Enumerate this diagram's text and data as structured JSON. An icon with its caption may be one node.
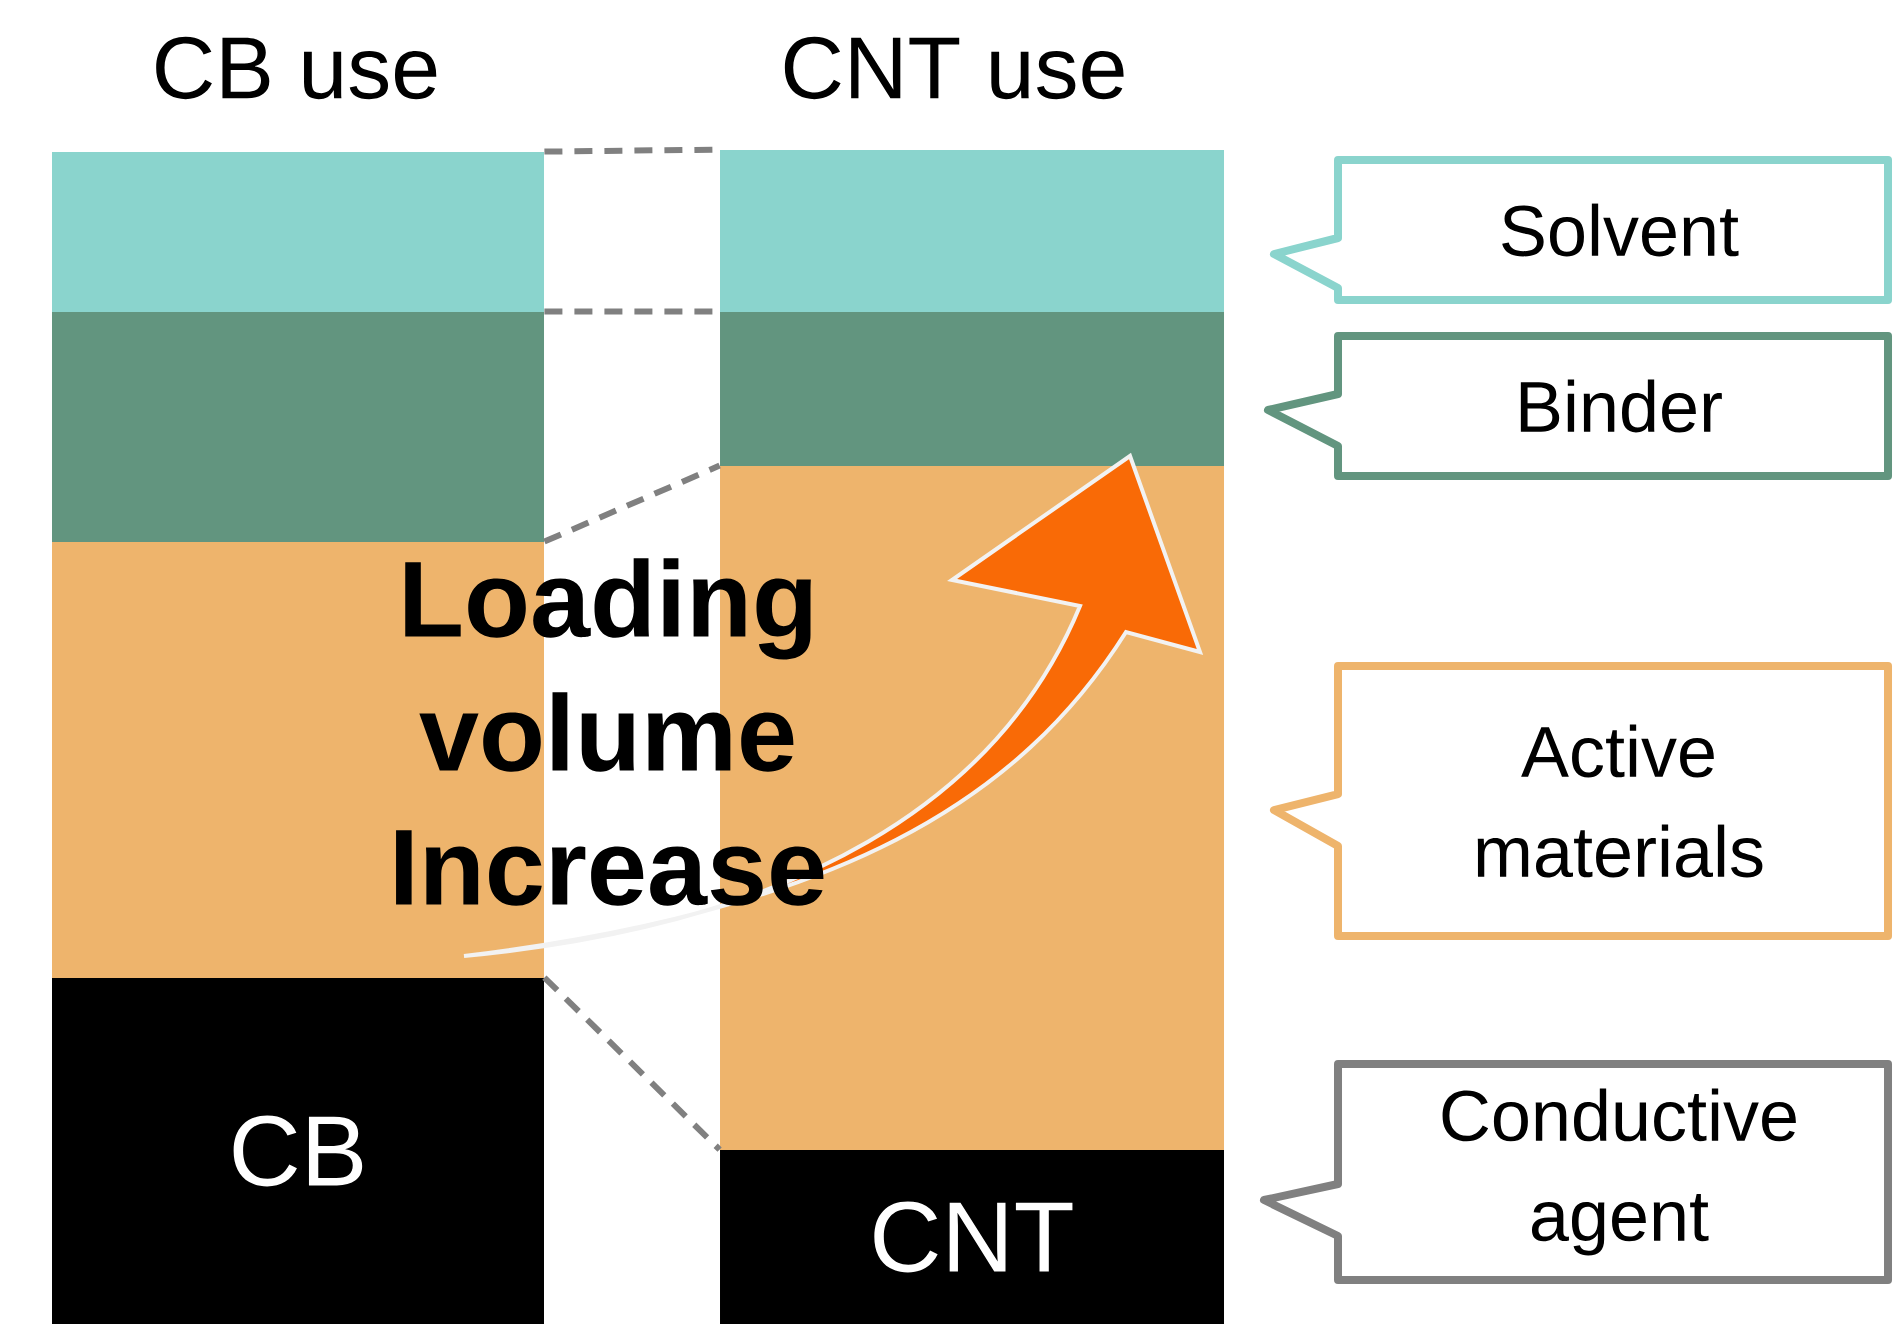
{
  "diagram": {
    "nodes": [
      {
        "text": [],
        "shape": "bar"
      },
      {
        "text": [],
        "shape": "bar"
      },
      {
        "text": [],
        "shape": "bar"
      },
      {
        "text": [
          "CB"
        ]
      },
      {
        "text": [],
        "shape": "bar"
      },
      {
        "text": [],
        "shape": "bar"
      },
      {
        "text": [],
        "shape": "bar"
      },
      {
        "text": [
          "CNT"
        ]
      },
      {
        "text": [
          "Solvent"
        ]
      },
      {
        "text": [
          "Binder"
        ]
      },
      {
        "text": [
          "Active materials"
        ]
      },
      {
        "text": [
          "Conductive agent"
        ]
      }
    ],
    "edges": [
      {
        "from": 0,
        "to": 4,
        "arrow": "none",
        "style": "dashed"
      },
      {
        "from": 1,
        "to": 5,
        "arrow": "none",
        "style": "dashed"
      },
      {
        "from": 2,
        "to": 6,
        "arrow": "none",
        "style": "dashed"
      },
      {
        "from": 3,
        "to": 7,
        "arrow": "none",
        "style": "dashed"
      }
    ],
    "labels": [
      "CB use",
      "CNT use",
      "Loading volume Increase"
    ]
  }
}
